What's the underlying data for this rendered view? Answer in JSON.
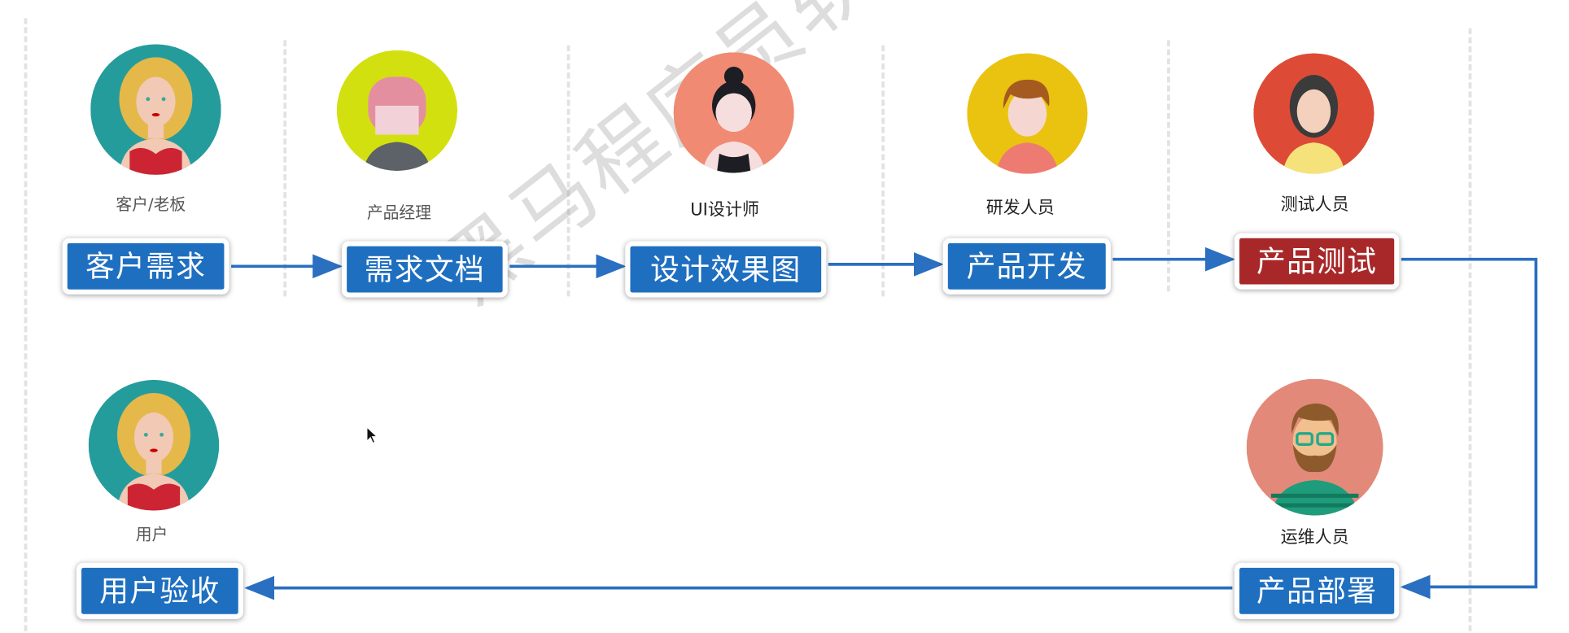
{
  "roles": {
    "customer": "客户/老板",
    "pm": "产品经理",
    "ui": "UI设计师",
    "dev": "研发人员",
    "tester": "测试人员",
    "user": "用户",
    "ops": "运维人员"
  },
  "steps": {
    "s1": "客户需求",
    "s2": "需求文档",
    "s3": "设计效果图",
    "s4": "产品开发",
    "s5": "产品测试",
    "s6": "产品部署",
    "s7": "用户验收"
  },
  "watermark": "黑马程序员软件测试",
  "colors": {
    "step_blue": "#1f6fc0",
    "step_red": "#a8282a",
    "arrow": "#2a6fc0"
  }
}
